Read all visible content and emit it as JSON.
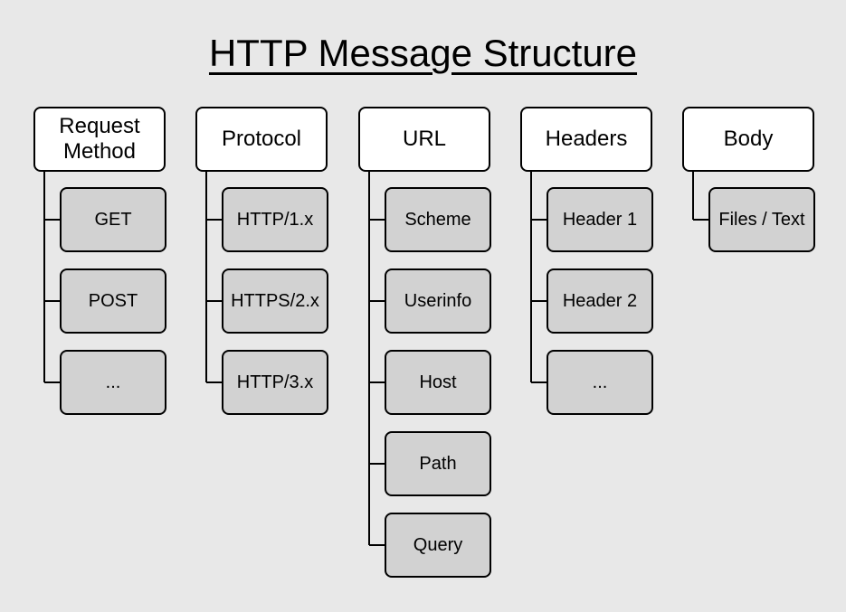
{
  "title": "HTTP Message Structure",
  "columns": [
    {
      "label": "Request\nMethod",
      "items": [
        "GET",
        "POST",
        "..."
      ]
    },
    {
      "label": "Protocol",
      "items": [
        "HTTP/1.x",
        "HTTPS/2.x",
        "HTTP/3.x"
      ]
    },
    {
      "label": "URL",
      "items": [
        "Scheme",
        "Userinfo",
        "Host",
        "Path",
        "Query"
      ]
    },
    {
      "label": "Headers",
      "items": [
        "Header 1",
        "Header 2",
        "..."
      ]
    },
    {
      "label": "Body",
      "items": [
        "Files / Text"
      ]
    }
  ],
  "colors": {
    "background": "#e8e8e8",
    "header_fill": "#ffffff",
    "child_fill": "#d2d2d2",
    "stroke": "#000000"
  }
}
